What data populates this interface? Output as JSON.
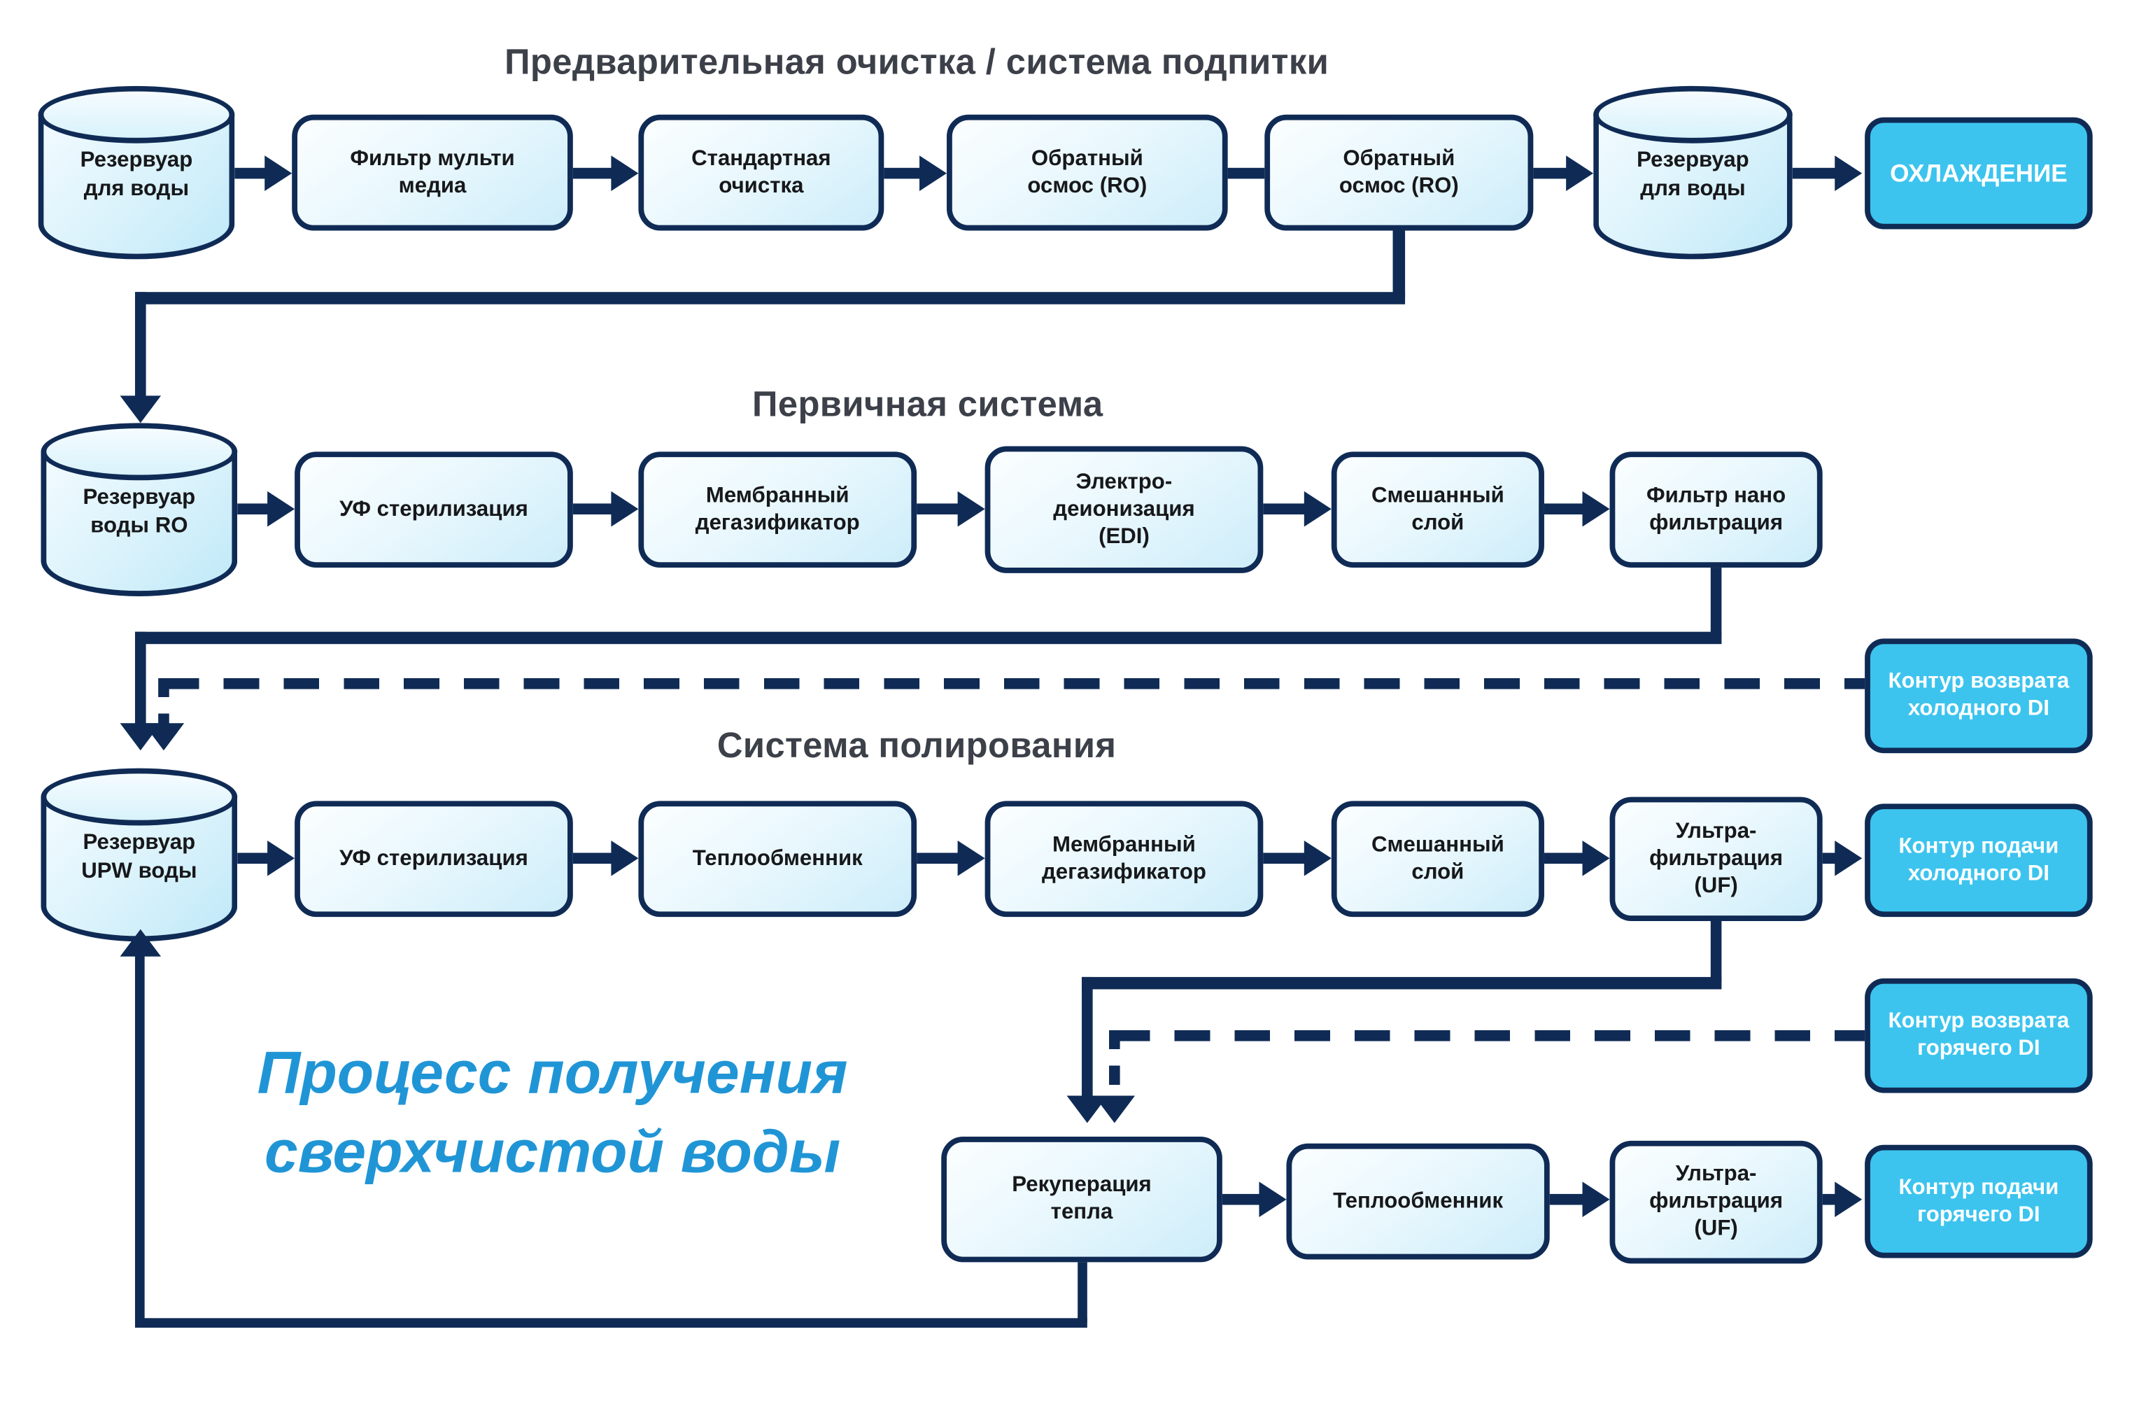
{
  "diagram_title": "Процесс получения\nсверхчистой воды",
  "colors": {
    "line_navy": "#0f2b55",
    "node_fill_light": "#d9f2fb",
    "accent_cyan": "#3cc4ee",
    "section_title_gray": "#3c4049",
    "main_title_blue": "#2095d6"
  },
  "sections": {
    "pretreatment": {
      "title": "Предварительная очистка / система подпитки",
      "nodes": {
        "feed_tank": "Резервуар\nдля воды",
        "multimedia_filter": "Фильтр мульти\nмедиа",
        "standard_purification": "Стандартная\nочистка",
        "reverse_osmosis_1": "Обратный\nосмос (RO)",
        "reverse_osmosis_2": "Обратный\nосмос (RO)",
        "out_tank": "Резервуар\nдля воды",
        "cooling": "ОХЛАЖДЕНИЕ"
      }
    },
    "primary": {
      "title": "Первичная система",
      "nodes": {
        "ro_tank": "Резервуар\nводы RO",
        "uv_sterilization": "УФ стерилизация",
        "membrane_degasifier": "Мембранный\nдегазификатор",
        "edi": "Электро-\nдеионизация\n(EDI)",
        "mixed_bed": "Смешанный\nслой",
        "nano_filter": "Фильтр нано\nфильтрация",
        "cold_di_return_loop": "Контур возврата\nхолодного DI"
      }
    },
    "polishing": {
      "title": "Система полирования",
      "nodes": {
        "upw_tank": "Резервуар\nUPW воды",
        "uv_sterilization": "УФ стерилизация",
        "heat_exchanger": "Теплообменник",
        "membrane_degasifier": "Мембранный\nдегазификатор",
        "mixed_bed": "Смешанный\nслой",
        "ultrafiltration": "Ультра-\nфильтрация\n(UF)",
        "cold_di_supply_loop": "Контур подачи\nхолодного DI"
      }
    },
    "hot_loop": {
      "nodes": {
        "heat_recovery": "Рекуперация\nтепла",
        "heat_exchanger": "Теплообменник",
        "ultrafiltration": "Ультра-\nфильтрация\n(UF)",
        "hot_di_return_loop": "Контур возврата\nгорячего DI",
        "hot_di_supply_loop": "Контур подачи\nгорячего DI"
      }
    }
  }
}
